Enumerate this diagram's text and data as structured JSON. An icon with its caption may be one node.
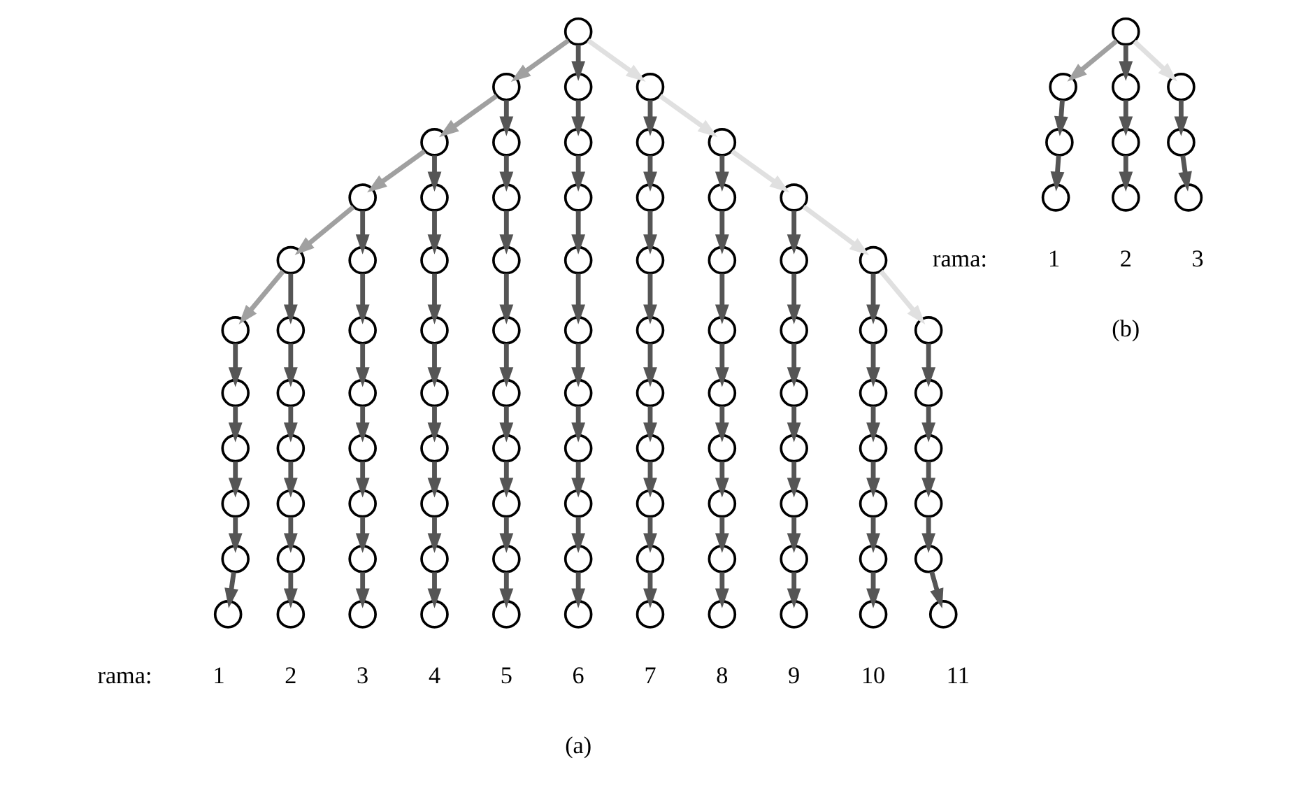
{
  "diagram": {
    "nodes": [
      {
        "text": [],
        "shape": "circle"
      },
      {
        "text": [],
        "shape": "circle"
      },
      {
        "text": [],
        "shape": "circle"
      },
      {
        "text": [],
        "shape": "circle"
      },
      {
        "text": [],
        "shape": "circle"
      },
      {
        "text": [],
        "shape": "circle"
      },
      {
        "text": [],
        "shape": "circle"
      },
      {
        "text": [],
        "shape": "circle"
      },
      {
        "text": [],
        "shape": "circle"
      },
      {
        "text": [],
        "shape": "circle"
      },
      {
        "text": [],
        "shape": "circle"
      },
      {
        "text": [],
        "shape": "circle"
      },
      {
        "text": [],
        "shape": "circle"
      },
      {
        "text": [],
        "shape": "circle"
      },
      {
        "text": [],
        "shape": "circle"
      },
      {
        "text": [],
        "shape": "circle"
      },
      {
        "text": [],
        "shape": "circle"
      },
      {
        "text": [],
        "shape": "circle"
      },
      {
        "text": [],
        "shape": "circle"
      },
      {
        "text": [],
        "shape": "circle"
      },
      {
        "text": [],
        "shape": "circle"
      },
      {
        "text": [],
        "shape": "circle"
      },
      {
        "text": [],
        "shape": "circle"
      },
      {
        "text": [],
        "shape": "circle"
      },
      {
        "text": [],
        "shape": "circle"
      },
      {
        "text": [],
        "shape": "circle"
      },
      {
        "text": [],
        "shape": "circle"
      },
      {
        "text": [],
        "shape": "circle"
      },
      {
        "text": [],
        "shape": "circle"
      },
      {
        "text": [],
        "shape": "circle"
      },
      {
        "text": [],
        "shape": "circle"
      },
      {
        "text": [],
        "shape": "circle"
      },
      {
        "text": [],
        "shape": "circle"
      },
      {
        "text": [],
        "shape": "circle"
      },
      {
        "text": [],
        "shape": "circle"
      },
      {
        "text": [],
        "shape": "circle"
      },
      {
        "text": [],
        "shape": "circle"
      },
      {
        "text": [],
        "shape": "circle"
      },
      {
        "text": [],
        "shape": "circle"
      },
      {
        "text": [],
        "shape": "circle"
      },
      {
        "text": [],
        "shape": "circle"
      },
      {
        "text": [],
        "shape": "circle"
      },
      {
        "text": [],
        "shape": "circle"
      },
      {
        "text": [],
        "shape": "circle"
      },
      {
        "text": [],
        "shape": "circle"
      },
      {
        "text": [],
        "shape": "circle"
      },
      {
        "text": [],
        "shape": "circle"
      },
      {
        "text": [],
        "shape": "circle"
      },
      {
        "text": [],
        "shape": "circle"
      },
      {
        "text": [],
        "shape": "circle"
      },
      {
        "text": [],
        "shape": "circle"
      },
      {
        "text": [],
        "shape": "circle"
      },
      {
        "text": [],
        "shape": "circle"
      },
      {
        "text": [],
        "shape": "circle"
      },
      {
        "text": [],
        "shape": "circle"
      },
      {
        "text": [],
        "shape": "circle"
      },
      {
        "text": [],
        "shape": "circle"
      },
      {
        "text": [],
        "shape": "circle"
      },
      {
        "text": [],
        "shape": "circle"
      },
      {
        "text": [],
        "shape": "circle"
      },
      {
        "text": [],
        "shape": "circle"
      },
      {
        "text": [],
        "shape": "circle"
      },
      {
        "text": [],
        "shape": "circle"
      },
      {
        "text": [],
        "shape": "circle"
      },
      {
        "text": [],
        "shape": "circle"
      },
      {
        "text": [],
        "shape": "circle"
      },
      {
        "text": [],
        "shape": "circle"
      },
      {
        "text": [],
        "shape": "circle"
      },
      {
        "text": [],
        "shape": "circle"
      },
      {
        "text": [],
        "shape": "circle"
      },
      {
        "text": [],
        "shape": "circle"
      },
      {
        "text": [],
        "shape": "circle"
      },
      {
        "text": [],
        "shape": "circle"
      },
      {
        "text": [],
        "shape": "circle"
      },
      {
        "text": [],
        "shape": "circle"
      },
      {
        "text": [],
        "shape": "circle"
      },
      {
        "text": [],
        "shape": "circle"
      },
      {
        "text": [],
        "shape": "circle"
      },
      {
        "text": [],
        "shape": "circle"
      },
      {
        "text": [],
        "shape": "circle"
      },
      {
        "text": [],
        "shape": "circle"
      },
      {
        "text": [],
        "shape": "circle"
      },
      {
        "text": [],
        "shape": "circle"
      },
      {
        "text": [],
        "shape": "circle"
      },
      {
        "text": [],
        "shape": "circle"
      },
      {
        "text": [],
        "shape": "circle"
      },
      {
        "text": [],
        "shape": "circle"
      },
      {
        "text": [],
        "shape": "circle"
      },
      {
        "text": [],
        "shape": "circle"
      },
      {
        "text": [],
        "shape": "circle"
      },
      {
        "text": [],
        "shape": "circle"
      },
      {
        "text": [],
        "shape": "circle"
      },
      {
        "text": [],
        "shape": "circle"
      },
      {
        "text": [],
        "shape": "circle"
      },
      {
        "text": [],
        "shape": "circle"
      },
      {
        "text": [],
        "shape": "circle"
      },
      {
        "text": [],
        "shape": "circle"
      },
      {
        "text": [],
        "shape": "circle"
      },
      {
        "text": [],
        "shape": "circle"
      },
      {
        "text": [],
        "shape": "circle"
      },
      {
        "text": [],
        "shape": "circle"
      }
    ],
    "edges": [
      {
        "from": 0,
        "to": 1,
        "arrow": "to",
        "color": "#a0a0a0"
      },
      {
        "from": 0,
        "to": 2,
        "arrow": "to"
      },
      {
        "from": 0,
        "to": 3,
        "arrow": "to",
        "color": "#e0e0e0"
      },
      {
        "from": 1,
        "to": 4,
        "arrow": "to",
        "color": "#a0a0a0"
      },
      {
        "from": 1,
        "to": 5,
        "arrow": "to"
      },
      {
        "from": 2,
        "to": 6,
        "arrow": "to"
      },
      {
        "from": 3,
        "to": 7,
        "arrow": "to"
      },
      {
        "from": 3,
        "to": 8,
        "arrow": "to",
        "color": "#e0e0e0"
      },
      {
        "from": 4,
        "to": 9,
        "arrow": "to",
        "color": "#a0a0a0"
      },
      {
        "from": 4,
        "to": 10,
        "arrow": "to"
      },
      {
        "from": 5,
        "to": 11,
        "arrow": "to"
      },
      {
        "from": 6,
        "to": 12,
        "arrow": "to"
      },
      {
        "from": 7,
        "to": 13,
        "arrow": "to"
      },
      {
        "from": 8,
        "to": 14,
        "arrow": "to"
      },
      {
        "from": 8,
        "to": 15,
        "arrow": "to",
        "color": "#e0e0e0"
      },
      {
        "from": 9,
        "to": 16,
        "arrow": "to",
        "color": "#a0a0a0"
      },
      {
        "from": 9,
        "to": 17,
        "arrow": "to"
      },
      {
        "from": 10,
        "to": 18,
        "arrow": "to"
      },
      {
        "from": 11,
        "to": 19,
        "arrow": "to"
      },
      {
        "from": 12,
        "to": 20,
        "arrow": "to"
      },
      {
        "from": 13,
        "to": 21,
        "arrow": "to"
      },
      {
        "from": 14,
        "to": 22,
        "arrow": "to"
      },
      {
        "from": 15,
        "to": 23,
        "arrow": "to"
      },
      {
        "from": 15,
        "to": 24,
        "arrow": "to",
        "color": "#e0e0e0"
      },
      {
        "from": 16,
        "to": 25,
        "arrow": "to",
        "color": "#a0a0a0"
      },
      {
        "from": 16,
        "to": 26,
        "arrow": "to"
      },
      {
        "from": 17,
        "to": 27,
        "arrow": "to"
      },
      {
        "from": 18,
        "to": 28,
        "arrow": "to"
      },
      {
        "from": 19,
        "to": 29,
        "arrow": "to"
      },
      {
        "from": 20,
        "to": 30,
        "arrow": "to"
      },
      {
        "from": 21,
        "to": 31,
        "arrow": "to"
      },
      {
        "from": 22,
        "to": 32,
        "arrow": "to"
      },
      {
        "from": 23,
        "to": 33,
        "arrow": "to"
      },
      {
        "from": 24,
        "to": 34,
        "arrow": "to"
      },
      {
        "from": 24,
        "to": 35,
        "arrow": "to",
        "color": "#e0e0e0"
      },
      {
        "from": 25,
        "to": 36,
        "arrow": "to"
      },
      {
        "from": 26,
        "to": 37,
        "arrow": "to"
      },
      {
        "from": 27,
        "to": 38,
        "arrow": "to"
      },
      {
        "from": 28,
        "to": 39,
        "arrow": "to"
      },
      {
        "from": 29,
        "to": 40,
        "arrow": "to"
      },
      {
        "from": 30,
        "to": 41,
        "arrow": "to"
      },
      {
        "from": 31,
        "to": 42,
        "arrow": "to"
      },
      {
        "from": 32,
        "to": 43,
        "arrow": "to"
      },
      {
        "from": 33,
        "to": 44,
        "arrow": "to"
      },
      {
        "from": 34,
        "to": 45,
        "arrow": "to"
      },
      {
        "from": 35,
        "to": 46,
        "arrow": "to"
      },
      {
        "from": 36,
        "to": 47,
        "arrow": "to"
      },
      {
        "from": 37,
        "to": 48,
        "arrow": "to"
      },
      {
        "from": 38,
        "to": 49,
        "arrow": "to"
      },
      {
        "from": 39,
        "to": 50,
        "arrow": "to"
      },
      {
        "from": 40,
        "to": 51,
        "arrow": "to"
      },
      {
        "from": 41,
        "to": 52,
        "arrow": "to"
      },
      {
        "from": 42,
        "to": 53,
        "arrow": "to"
      },
      {
        "from": 43,
        "to": 54,
        "arrow": "to"
      },
      {
        "from": 44,
        "to": 55,
        "arrow": "to"
      },
      {
        "from": 45,
        "to": 56,
        "arrow": "to"
      },
      {
        "from": 46,
        "to": 57,
        "arrow": "to"
      },
      {
        "from": 47,
        "to": 58,
        "arrow": "to"
      },
      {
        "from": 48,
        "to": 59,
        "arrow": "to"
      },
      {
        "from": 49,
        "to": 60,
        "arrow": "to"
      },
      {
        "from": 50,
        "to": 61,
        "arrow": "to"
      },
      {
        "from": 51,
        "to": 62,
        "arrow": "to"
      },
      {
        "from": 52,
        "to": 63,
        "arrow": "to"
      },
      {
        "from": 53,
        "to": 64,
        "arrow": "to"
      },
      {
        "from": 54,
        "to": 65,
        "arrow": "to"
      },
      {
        "from": 55,
        "to": 66,
        "arrow": "to"
      },
      {
        "from": 56,
        "to": 67,
        "arrow": "to"
      },
      {
        "from": 57,
        "to": 68,
        "arrow": "to"
      },
      {
        "from": 58,
        "to": 69,
        "arrow": "to"
      },
      {
        "from": 59,
        "to": 70,
        "arrow": "to"
      },
      {
        "from": 60,
        "to": 71,
        "arrow": "to"
      },
      {
        "from": 61,
        "to": 72,
        "arrow": "to"
      },
      {
        "from": 62,
        "to": 73,
        "arrow": "to"
      },
      {
        "from": 63,
        "to": 74,
        "arrow": "to"
      },
      {
        "from": 64,
        "to": 75,
        "arrow": "to"
      },
      {
        "from": 65,
        "to": 76,
        "arrow": "to"
      },
      {
        "from": 66,
        "to": 77,
        "arrow": "to"
      },
      {
        "from": 67,
        "to": 78,
        "arrow": "to"
      },
      {
        "from": 68,
        "to": 79,
        "arrow": "to"
      },
      {
        "from": 69,
        "to": 80,
        "arrow": "to"
      },
      {
        "from": 70,
        "to": 81,
        "arrow": "to"
      },
      {
        "from": 71,
        "to": 82,
        "arrow": "to"
      },
      {
        "from": 72,
        "to": 83,
        "arrow": "to"
      },
      {
        "from": 73,
        "to": 84,
        "arrow": "to"
      },
      {
        "from": 74,
        "to": 85,
        "arrow": "to"
      },
      {
        "from": 75,
        "to": 86,
        "arrow": "to"
      },
      {
        "from": 76,
        "to": 87,
        "arrow": "to"
      },
      {
        "from": 77,
        "to": 88,
        "arrow": "to"
      },
      {
        "from": 78,
        "to": 89,
        "arrow": "to"
      },
      {
        "from": 79,
        "to": 90,
        "arrow": "to"
      },
      {
        "from": 91,
        "to": 92,
        "arrow": "to",
        "color": "#a0a0a0"
      },
      {
        "from": 91,
        "to": 93,
        "arrow": "to"
      },
      {
        "from": 91,
        "to": 94,
        "arrow": "to",
        "color": "#e0e0e0"
      },
      {
        "from": 92,
        "to": 95,
        "arrow": "to"
      },
      {
        "from": 93,
        "to": 96,
        "arrow": "to"
      },
      {
        "from": 94,
        "to": 97,
        "arrow": "to"
      },
      {
        "from": 95,
        "to": 98,
        "arrow": "to"
      },
      {
        "from": 96,
        "to": 99,
        "arrow": "to"
      },
      {
        "from": 97,
        "to": 100,
        "arrow": "to"
      }
    ],
    "labels": [
      "rama:",
      "1",
      "2",
      "3",
      "4",
      "5",
      "6",
      "7",
      "8",
      "9",
      "10",
      "11",
      "rama:",
      "1",
      "2",
      "3",
      "(a)",
      "(b)"
    ]
  }
}
